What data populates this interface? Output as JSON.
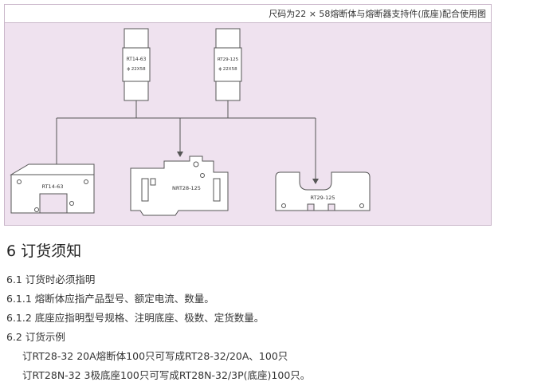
{
  "figure": {
    "caption": "尺码为22 × 58熔断体与熔断器支持件(底座)配合使用图",
    "fuse_left": {
      "model": "RT14-63",
      "size": "ϕ 22X58"
    },
    "fuse_right": {
      "model": "RT29-125",
      "size": "ϕ 22X58"
    },
    "base_left": {
      "model": "RT14-63"
    },
    "base_middle": {
      "model": "NRT28-125"
    },
    "base_right": {
      "model": "RT29-125"
    }
  },
  "section": {
    "heading": "6 订货须知",
    "items": [
      "6.1 订货时必须指明",
      "6.1.1 熔断体应指产品型号、额定电流、数量。",
      "6.1.2 底座应指明型号规格、注明底座、极数、定货数量。",
      "6.2 订货示例"
    ],
    "examples": [
      "订RT28-32  20A熔断体100只可写成RT28-32/20A、100只",
      "订RT28N-32 3极底座100只可写成RT28N-32/3P(底座)100只。"
    ]
  },
  "colors": {
    "panel_bg": "#efe2ef",
    "line": "#555555",
    "base_fill": "#ffffff"
  }
}
